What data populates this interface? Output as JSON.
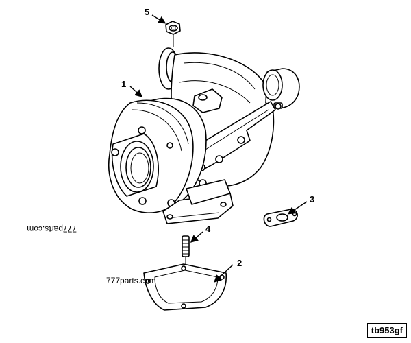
{
  "callouts": {
    "turbocharger": "1",
    "exhaust_gasket": "2",
    "drain_gasket": "3",
    "stud": "4",
    "lock_nut": "5"
  },
  "watermarks": {
    "upper": "777parts.com",
    "lower": "777parts.com"
  },
  "figure_code": "tb953gf"
}
